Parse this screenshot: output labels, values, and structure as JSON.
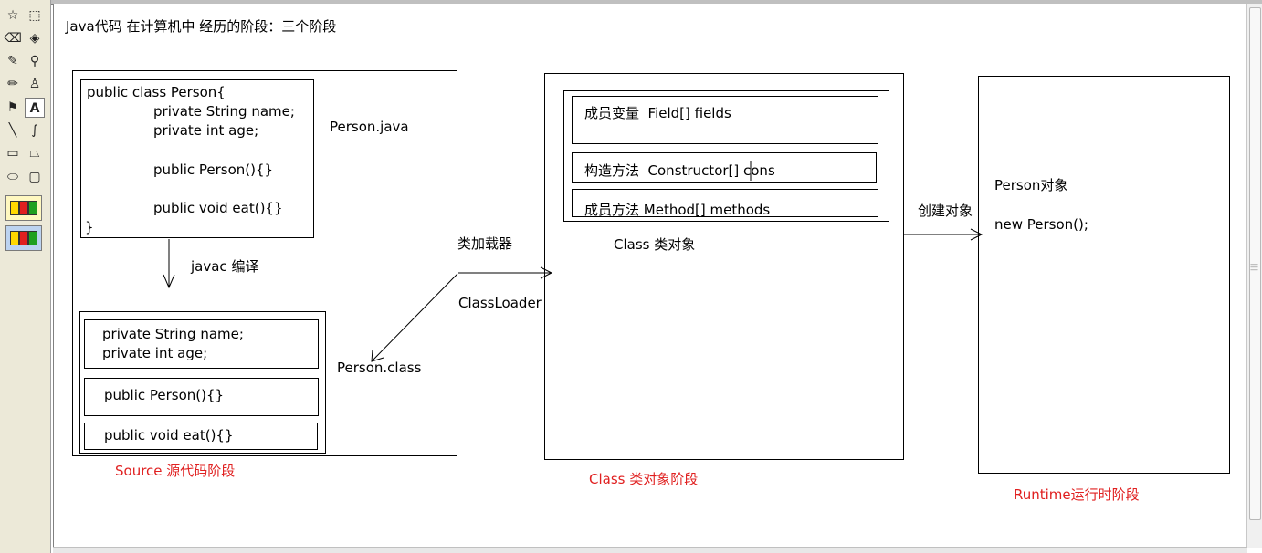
{
  "title": "Java代码 在计算机中 经历的阶段：三个阶段",
  "source": {
    "code_lines": [
      "public class Person{",
      "private String name;",
      "private int age;",
      "public Person(){}",
      "public void eat(){}",
      "}"
    ],
    "file_label": "Person.java",
    "compile_label": "javac 编译",
    "class_fields": [
      "private String name;",
      "private int age;"
    ],
    "class_ctor": "public Person(){}",
    "class_method": "public void eat(){}",
    "class_file_label": "Person.class",
    "stage_label": "Source 源代码阶段"
  },
  "loader": {
    "cn_label": "类加载器",
    "en_label": "ClassLoader"
  },
  "class_object": {
    "fields_label": "成员变量  Field[] fields",
    "ctors_label": "构造方法  Constructor[] cons",
    "methods_label": "成员方法 Method[] methods",
    "object_label": "Class 类对象",
    "stage_label": "Class 类对象阶段"
  },
  "create_label": "创建对象",
  "runtime": {
    "object_label": "Person对象",
    "new_label": "new Person();",
    "stage_label": "Runtime运行时阶段"
  },
  "colors": {
    "stage_label": "#e02020",
    "line": "#000000"
  }
}
